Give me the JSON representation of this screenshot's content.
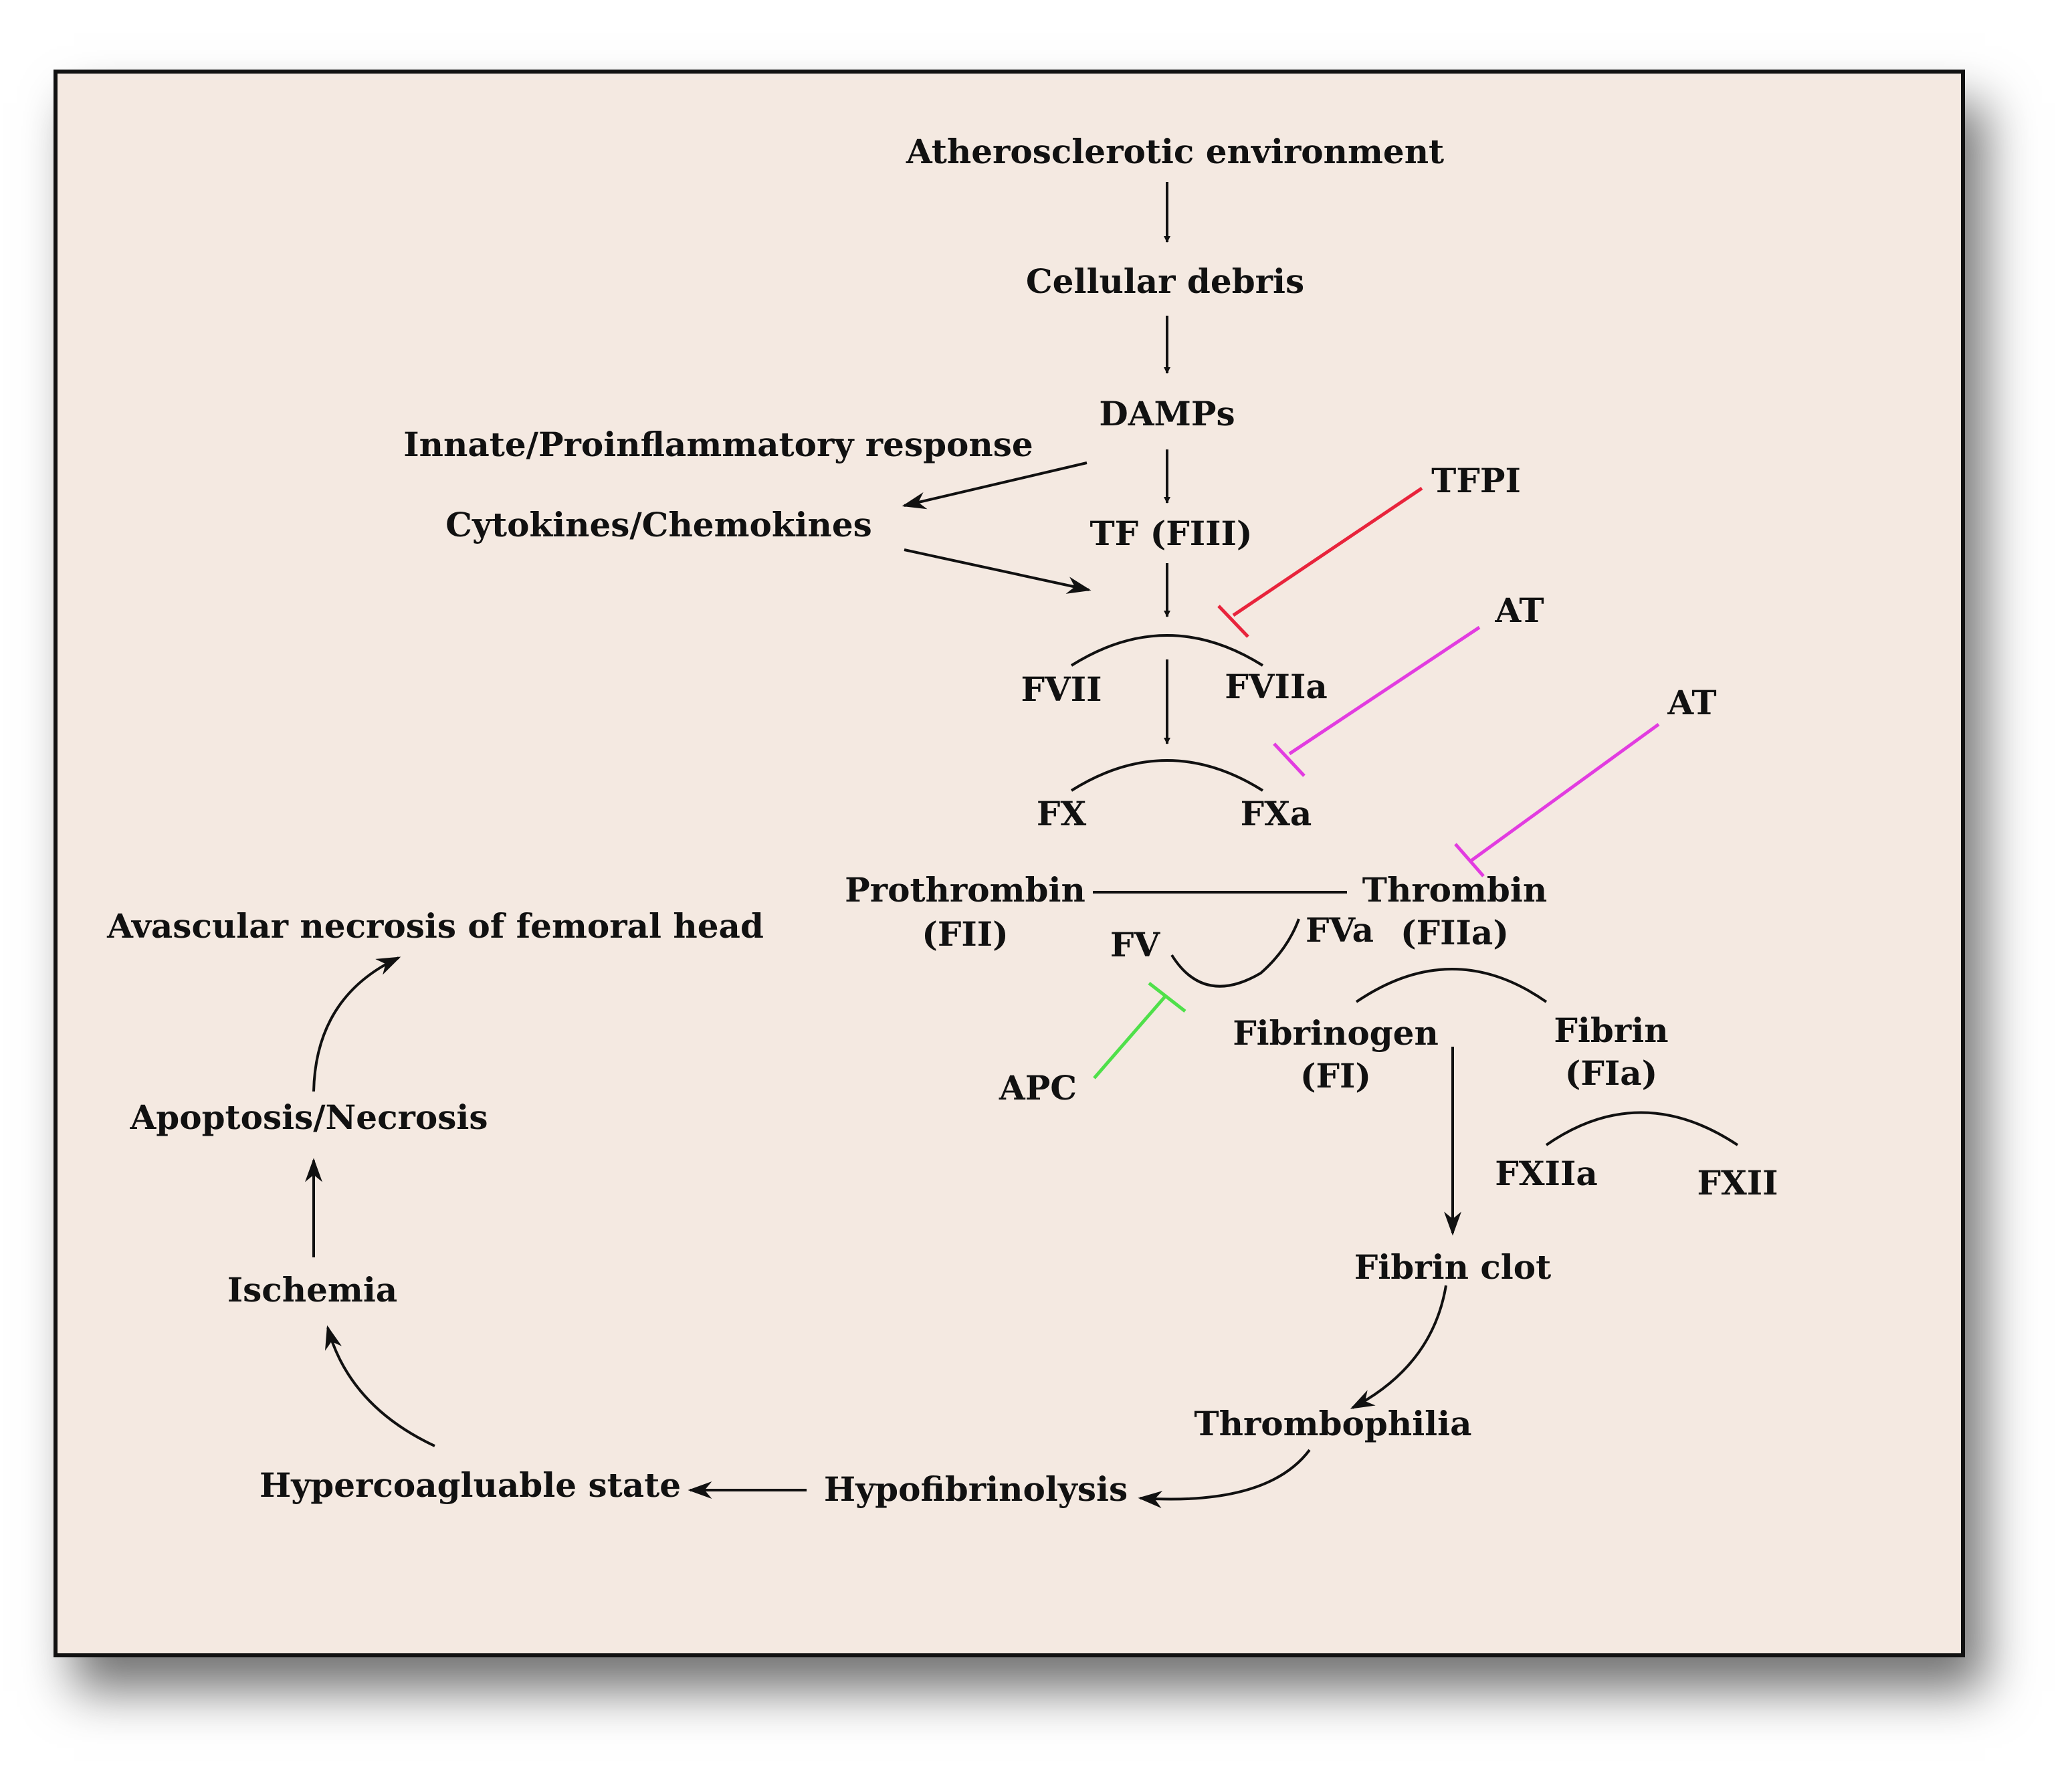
{
  "nodes": {
    "atherosclerotic": "Atherosclerotic environment",
    "cellular_debris": "Cellular debris",
    "damps": "DAMPs",
    "innate_response": "Innate/Proinflammatory response",
    "cytokines": "Cytokines/Chemokines",
    "tf": "TF (FIII)",
    "tfpi": "TFPI",
    "at_1": "AT",
    "at_2": "AT",
    "fvii": "FVII",
    "fviia": "FVIIa",
    "fx": "FX",
    "fxa": "FXa",
    "prothrombin_1": "Prothrombin",
    "prothrombin_2": "(FII)",
    "thrombin_1": "Thrombin",
    "thrombin_2": "(FIIa)",
    "fv": "FV",
    "fva": "FVa",
    "apc": "APC",
    "fibrinogen_1": "Fibrinogen",
    "fibrinogen_2": "(FI)",
    "fibrin_1": "Fibrin",
    "fibrin_2": "(FIa)",
    "fxiia": "FXIIa",
    "fxii": "FXII",
    "fibrin_clot": "Fibrin clot",
    "thrombophilia": "Thrombophilia",
    "hypofibrinolysis": "Hypofibrinolysis",
    "hypercoagulable": "Hypercoagluable state",
    "ischemia": "Ischemia",
    "apoptosis": "Apoptosis/Necrosis",
    "avascular": "Avascular necrosis of femoral head"
  },
  "colors": {
    "background": "#f4e9e1",
    "line": "#111111",
    "tfpi_inhibition": "#e8243c",
    "at_inhibition": "#e23ce0",
    "apc_inhibition": "#4fe04a"
  }
}
